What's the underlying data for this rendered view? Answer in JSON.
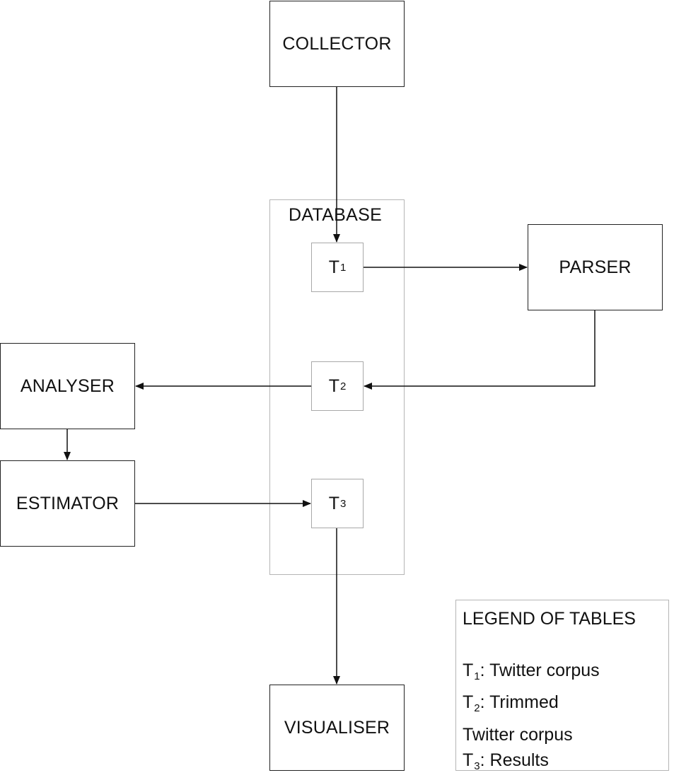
{
  "diagram": {
    "nodes": {
      "collector": "COLLECTOR",
      "parser": "PARSER",
      "analyser": "ANALYSER",
      "estimator": "ESTIMATOR",
      "visualiser": "VISUALISER"
    },
    "database": {
      "title": "DATABASE",
      "tables": [
        {
          "letter": "T",
          "index": "1"
        },
        {
          "letter": "T",
          "index": "2"
        },
        {
          "letter": "T",
          "index": "3"
        }
      ]
    },
    "legend": {
      "title": "LEGEND OF TABLES",
      "entries": [
        {
          "letter": "T",
          "index": "1",
          "text": ": Twitter corpus"
        },
        {
          "letter": "T",
          "index": "2",
          "text": ": Trimmed"
        },
        {
          "continuation": "Twitter corpus"
        },
        {
          "letter": "T",
          "index": "3",
          "text": ": Results"
        }
      ]
    },
    "colors": {
      "stroke": "#222222",
      "container_border": "#b5b5b5"
    }
  }
}
